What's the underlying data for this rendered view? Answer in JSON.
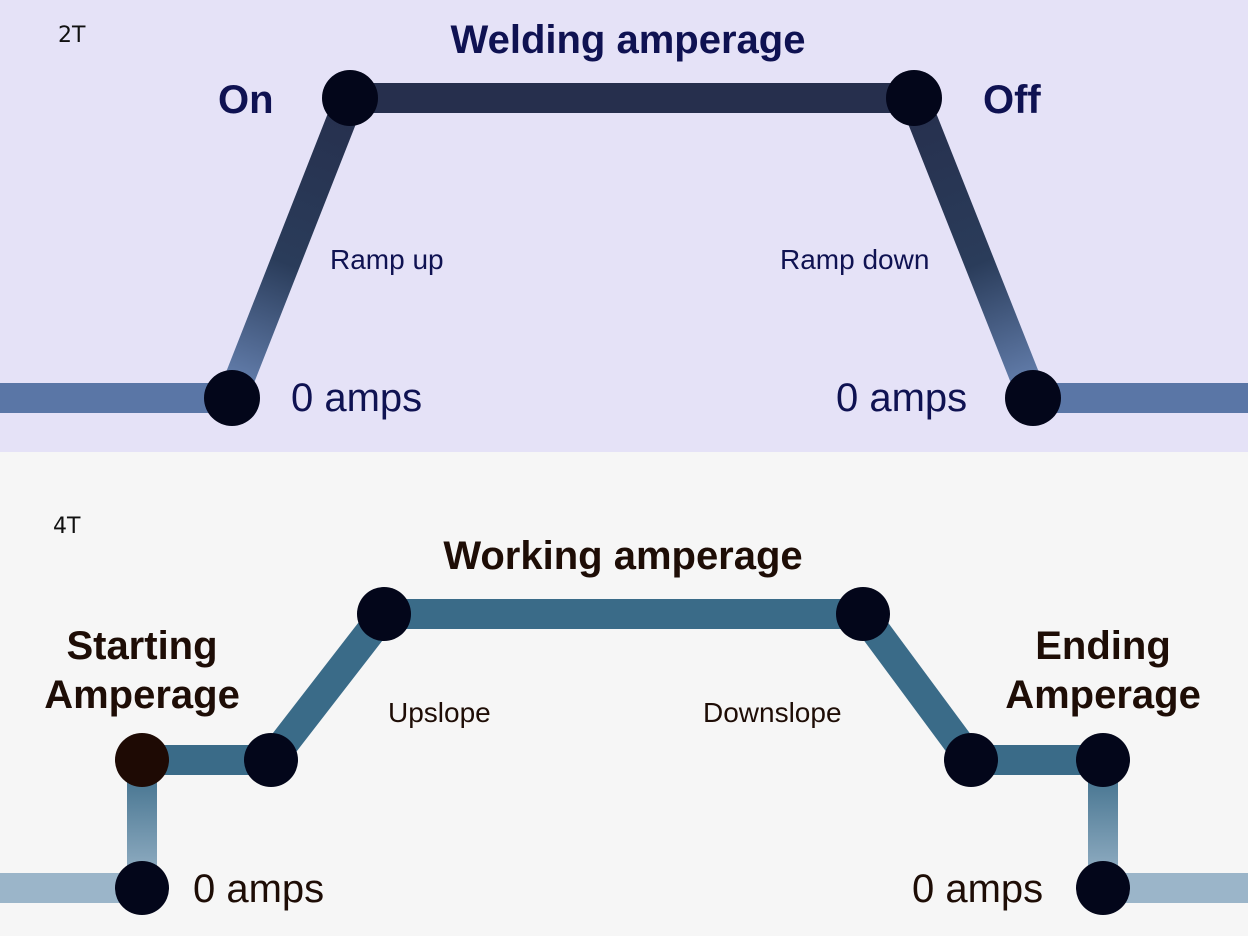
{
  "panel_2t": {
    "mode": "2T",
    "title": "Welding amperage",
    "on_label": "On",
    "off_label": "Off",
    "ramp_up_label": "Ramp up",
    "ramp_down_label": "Ramp down",
    "left_amps_label": "0 amps",
    "right_amps_label": "0 amps",
    "colors": {
      "background": "#e5e2f7",
      "line_dark": "#262f4d",
      "line_light": "#5a76a6",
      "node": "#03061a",
      "text": "#0f1252"
    }
  },
  "panel_4t": {
    "mode": "4T",
    "title": "Working amperage",
    "starting_label_line1": "Starting",
    "starting_label_line2": "Amperage",
    "ending_label_line1": "Ending",
    "ending_label_line2": "Amperage",
    "upslope_label": "Upslope",
    "downslope_label": "Downslope",
    "left_amps_label": "0 amps",
    "right_amps_label": "0 amps",
    "colors": {
      "background": "#f6f6f6",
      "line": "#3a6b88",
      "line_light": "#9bb5c9",
      "node": "#03061a",
      "start_node": "#1e0a04",
      "text": "#1e0d06"
    }
  }
}
